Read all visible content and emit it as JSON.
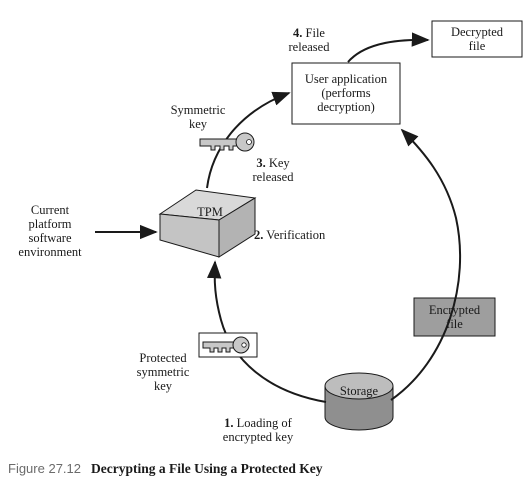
{
  "figure": {
    "number": "Figure 27.12",
    "title": "Decrypting a File Using a Protected Key"
  },
  "nodes": {
    "decrypted_file": {
      "lines": [
        "Decrypted",
        "file"
      ]
    },
    "user_application": {
      "lines": [
        "User application",
        "(performs",
        "decryption)"
      ]
    },
    "tpm": {
      "label": "TPM"
    },
    "encrypted_file": {
      "lines": [
        "Encrypted",
        "file"
      ]
    },
    "storage": {
      "label": "Storage"
    }
  },
  "labels": {
    "current_platform": [
      "Current",
      "platform",
      "software",
      "environment"
    ],
    "symmetric_key": [
      "Symmetric",
      "key"
    ],
    "protected_key": [
      "Protected",
      "symmetric",
      "key"
    ]
  },
  "steps": {
    "step1": {
      "num": "1.",
      "lines": [
        "Loading of",
        "encrypted key"
      ]
    },
    "step2": {
      "num": "2.",
      "lines": [
        "Verification"
      ]
    },
    "step3": {
      "num": "3.",
      "lines": [
        "Key",
        "released"
      ]
    },
    "step4": {
      "num": "4.",
      "lines": [
        "File",
        "released"
      ]
    }
  },
  "colors": {
    "line": "#1a1a1a",
    "encrypted_fill": "#9e9e9e",
    "tpm_top": "#d9d9d9",
    "tpm_side": "#bfbfbf",
    "storage_fill": "#a8a8a8",
    "key_fill": "#c8c8c8"
  }
}
